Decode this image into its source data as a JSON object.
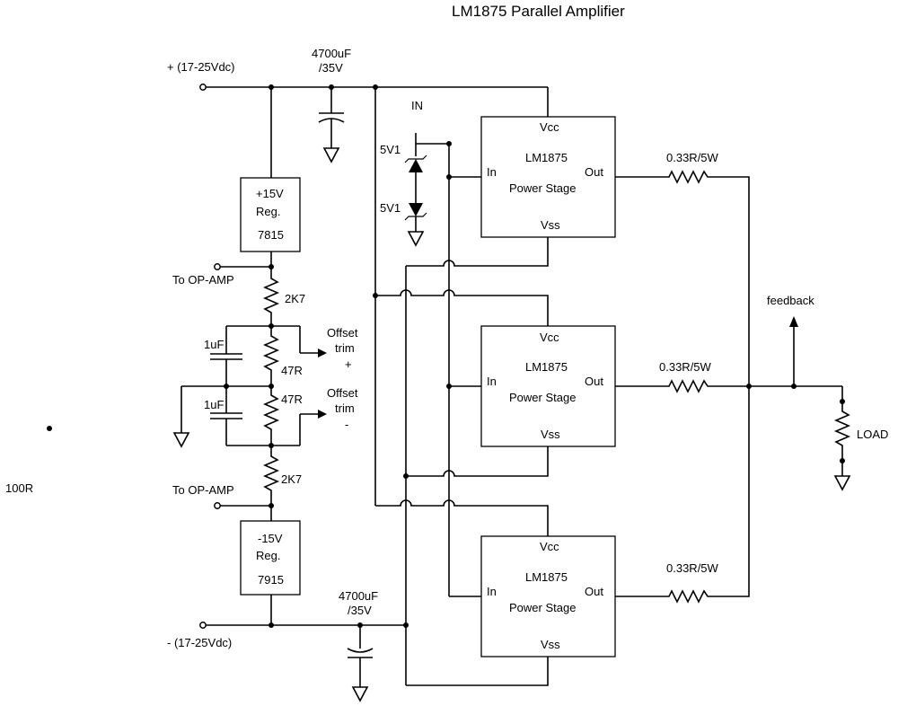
{
  "title": "LM1875 Parallel Amplifier",
  "supply": {
    "positive": "+ (17-25Vdc)",
    "negative": "- (17-25Vdc)",
    "cap_top_value": "4700uF",
    "cap_top_voltage": "/35V",
    "cap_bottom_value": "4700uF",
    "cap_bottom_voltage": "/35V"
  },
  "regulators": {
    "positive": {
      "line1": "+15V",
      "line2": "Reg.",
      "part": "7815"
    },
    "negative": {
      "line1": "-15V",
      "line2": "Reg.",
      "part": "7915"
    }
  },
  "opamp_top": "To OP-AMP",
  "opamp_bottom": "To OP-AMP",
  "resistors": {
    "r_top": "2K7",
    "r_mid1": "47R",
    "r_mid2": "47R",
    "r_bottom": "2K7",
    "r_misc": "100R",
    "out1": "0.33R/5W",
    "out2": "0.33R/5W",
    "out3": "0.33R/5W",
    "load": "LOAD"
  },
  "capacitors": {
    "c1": "1uF",
    "c2": "1uF"
  },
  "offset": {
    "plus_line1": "Offset",
    "plus_line2": "trim",
    "plus_line3": "+",
    "minus_line1": "Offset",
    "minus_line2": "trim",
    "minus_line3": "-"
  },
  "input": {
    "label": "IN",
    "zener1": "5V1",
    "zener2": "5V1"
  },
  "stages": [
    {
      "vcc": "Vcc",
      "name": "LM1875",
      "sub": "Power Stage",
      "in": "In",
      "out": "Out",
      "vss": "Vss"
    },
    {
      "vcc": "Vcc",
      "name": "LM1875",
      "sub": "Power Stage",
      "in": "In",
      "out": "Out",
      "vss": "Vss"
    },
    {
      "vcc": "Vcc",
      "name": "LM1875",
      "sub": "Power Stage",
      "in": "In",
      "out": "Out",
      "vss": "Vss"
    }
  ],
  "feedback": "feedback"
}
